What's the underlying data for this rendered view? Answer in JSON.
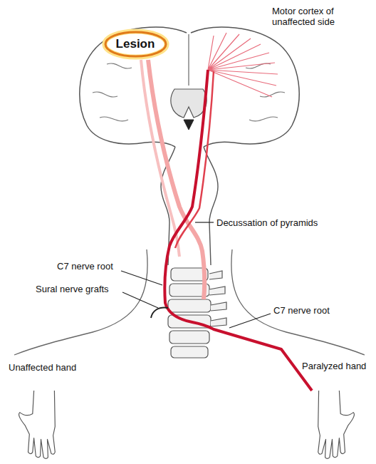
{
  "diagram": {
    "nodes": [
      {
        "text": [
          "Lesion"
        ]
      }
    ],
    "labels": [
      "Motor cortex of unaffected side",
      "Decussation of pyramids",
      "C7 nerve root",
      "Sural nerve grafts",
      "C7 nerve root",
      "Unaffected hand",
      "Paralyzed hand"
    ]
  }
}
